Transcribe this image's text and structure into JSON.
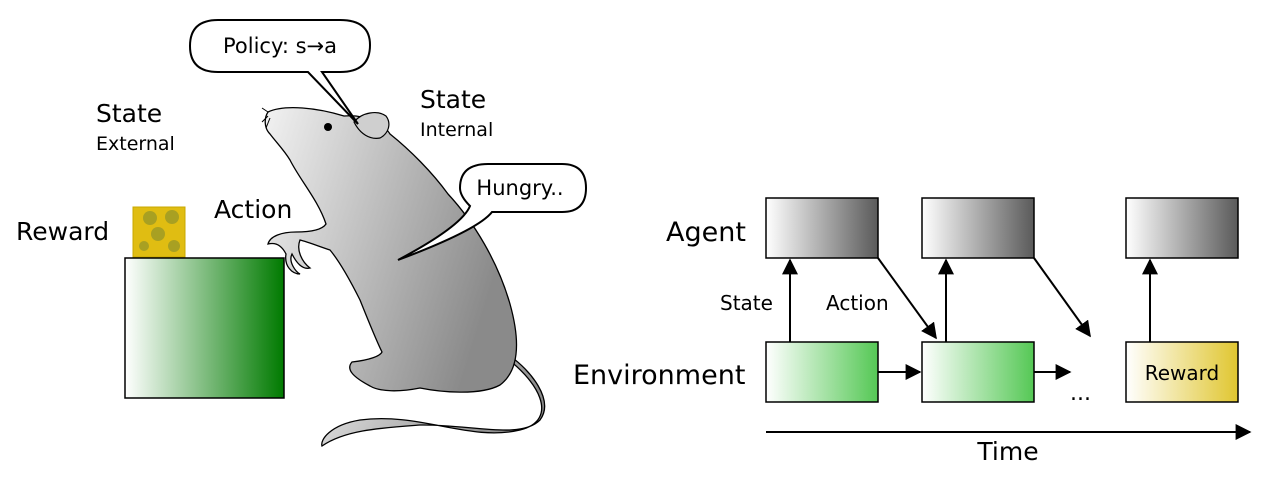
{
  "left_scene": {
    "speech_policy": "Policy: s→a",
    "state_external_title": "State",
    "state_external_sub": "External",
    "state_internal_title": "State",
    "state_internal_sub": "Internal",
    "speech_hungry": "Hungry..",
    "action_label": "Action",
    "reward_label": "Reward",
    "colors": {
      "cheese": "#e0bd12",
      "box_green": "#007a00",
      "rat_gray": "#8c8c8c"
    }
  },
  "right_diagram": {
    "row_agent_label": "Agent",
    "row_environment_label": "Environment",
    "state_label": "State",
    "action_label": "Action",
    "ellipsis": "...",
    "final_box_label": "Reward",
    "time_label": "Time",
    "colors": {
      "agent_dark": "#5a5a5a",
      "env_green": "#55c855",
      "reward_gold": "#e0c630"
    }
  }
}
